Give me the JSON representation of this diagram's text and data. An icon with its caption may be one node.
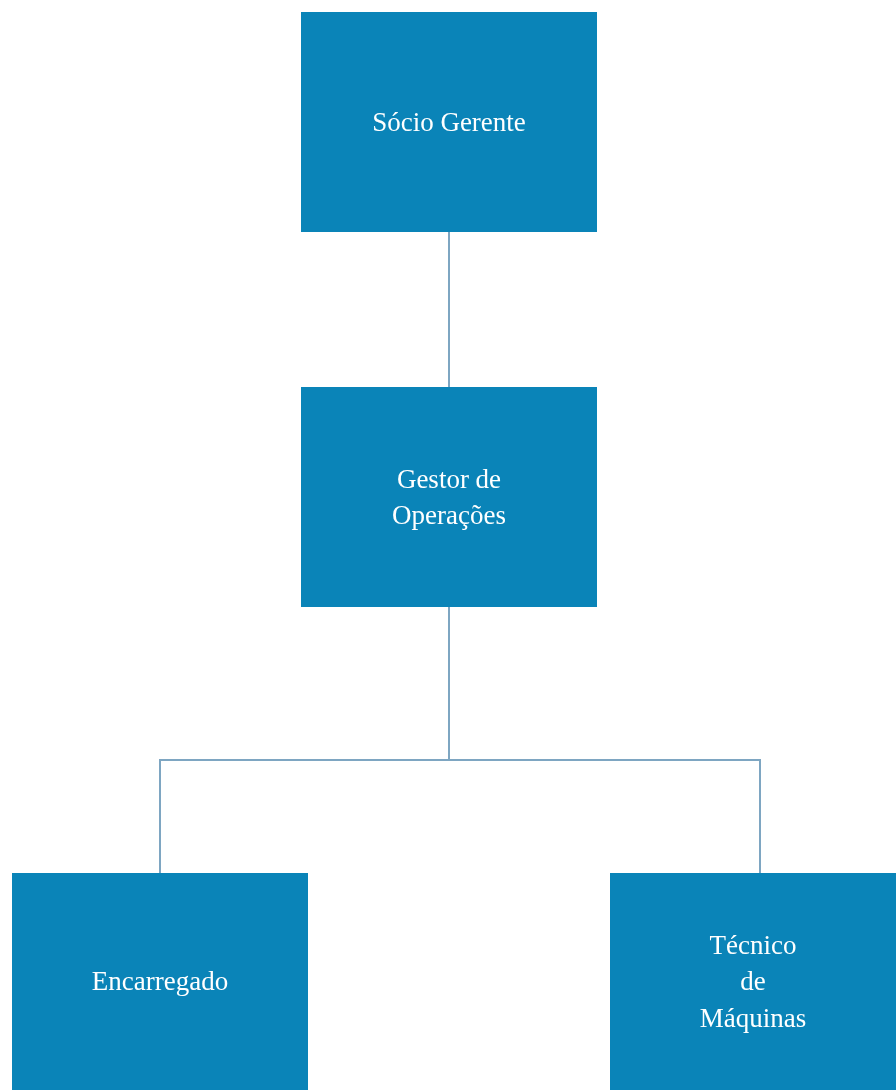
{
  "diagram": {
    "nodes": [
      {
        "text": [
          "Sócio Gerente"
        ]
      },
      {
        "text": [
          "Gestor de Operações"
        ]
      },
      {
        "text": [
          "Encarregado"
        ]
      },
      {
        "text": [
          "Técnico de Máquinas"
        ]
      }
    ],
    "edges": [
      {
        "from": 0,
        "to": 1,
        "arrow": "none"
      },
      {
        "from": 1,
        "to": 2,
        "arrow": "none"
      },
      {
        "from": 1,
        "to": 3,
        "arrow": "none"
      }
    ]
  }
}
